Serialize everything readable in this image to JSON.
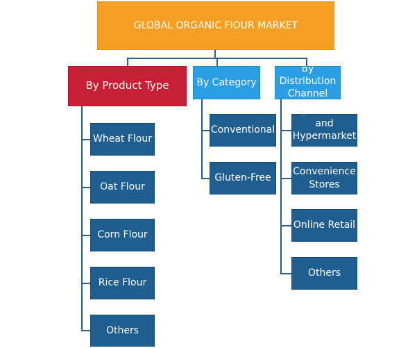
{
  "root": {
    "label": "GLOBAL ORGANIC FIOUR MARKET"
  },
  "categories": [
    {
      "label": "By Product Type",
      "items": [
        "Wheat Flour",
        "Oat Flour",
        "Corn Flour",
        "Rice Flour",
        "Others"
      ]
    },
    {
      "label": "By Category",
      "items": [
        "Conventional",
        "Gluten-Free"
      ]
    },
    {
      "label": "By Distribution Channel",
      "items": [
        "Supermarkets and Hypermarket",
        "Convenience Stores",
        "Online Retail",
        "Others"
      ]
    }
  ]
}
